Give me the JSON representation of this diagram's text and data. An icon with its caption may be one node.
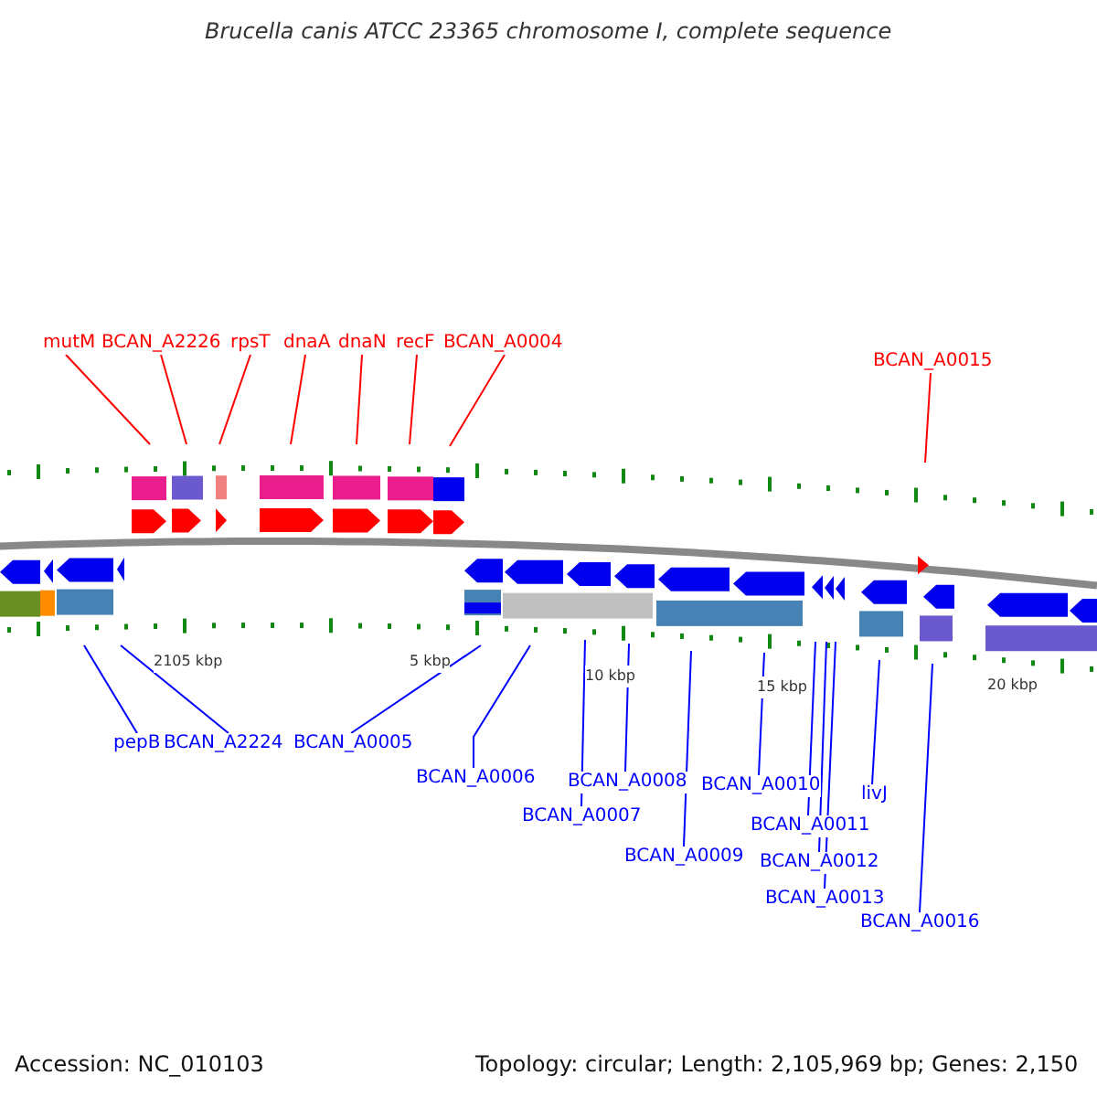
{
  "diagram": {
    "title": "Brucella canis ATCC 23365 chromosome I, complete sequence",
    "nodes": [
      {
        "text": [
          "mutM"
        ]
      },
      {
        "text": [
          "BCAN_A2226"
        ]
      },
      {
        "text": [
          "rpsT"
        ]
      },
      {
        "text": [
          "dnaA"
        ]
      },
      {
        "text": [
          "dnaN"
        ]
      },
      {
        "text": [
          "recF"
        ]
      },
      {
        "text": [
          "BCAN_A0004"
        ]
      },
      {
        "text": [
          "BCAN_A0015"
        ]
      },
      {
        "text": [
          "pepB"
        ]
      },
      {
        "text": [
          "BCAN_A2224"
        ]
      },
      {
        "text": [
          "BCAN_A0005"
        ]
      },
      {
        "text": [
          "BCAN_A0006"
        ]
      },
      {
        "text": [
          "BCAN_A0008"
        ]
      },
      {
        "text": [
          "BCAN_A0010"
        ]
      },
      {
        "text": [
          "livJ"
        ]
      },
      {
        "text": [
          "BCAN_A0007"
        ]
      },
      {
        "text": [
          "BCAN_A0011"
        ]
      },
      {
        "text": [
          "BCAN_A0009"
        ]
      },
      {
        "text": [
          "BCAN_A0012"
        ]
      },
      {
        "text": [
          "BCAN_A0013"
        ]
      },
      {
        "text": [
          "BCAN_A0016"
        ]
      }
    ],
    "edges": [
      {
        "from": 0,
        "to": null,
        "arrow": "none",
        "color": "#ff0000"
      },
      {
        "from": 1,
        "to": null,
        "arrow": "none",
        "color": "#ff0000"
      },
      {
        "from": 2,
        "to": null,
        "arrow": "none",
        "color": "#ff0000"
      },
      {
        "from": 3,
        "to": null,
        "arrow": "none",
        "color": "#ff0000"
      },
      {
        "from": 4,
        "to": null,
        "arrow": "none",
        "color": "#ff0000"
      },
      {
        "from": 5,
        "to": null,
        "arrow": "none",
        "color": "#ff0000"
      },
      {
        "from": 6,
        "to": null,
        "arrow": "none",
        "color": "#ff0000"
      },
      {
        "from": 7,
        "to": null,
        "arrow": "none",
        "color": "#ff0000"
      },
      {
        "from": 8,
        "to": null,
        "arrow": "none"
      },
      {
        "from": 9,
        "to": null,
        "arrow": "none"
      },
      {
        "from": 10,
        "to": null,
        "arrow": "none"
      },
      {
        "from": 11,
        "to": null,
        "arrow": "none"
      },
      {
        "from": 12,
        "to": null,
        "arrow": "none"
      },
      {
        "from": 13,
        "to": null,
        "arrow": "none"
      },
      {
        "from": 14,
        "to": null,
        "arrow": "none"
      },
      {
        "from": 15,
        "to": null,
        "arrow": "none"
      },
      {
        "from": 16,
        "to": null,
        "arrow": "none"
      },
      {
        "from": 17,
        "to": null,
        "arrow": "none"
      },
      {
        "from": 18,
        "to": null,
        "arrow": "none"
      },
      {
        "from": 19,
        "to": null,
        "arrow": "none"
      },
      {
        "from": 20,
        "to": null,
        "arrow": "none"
      }
    ],
    "labels": [
      "2105 kbp",
      "5 kbp",
      "10 kbp",
      "15 kbp",
      "20 kbp",
      "Accession: NC_010103",
      "Topology: circular; Length: 2,105,969 bp; Genes: 2,150"
    ]
  }
}
